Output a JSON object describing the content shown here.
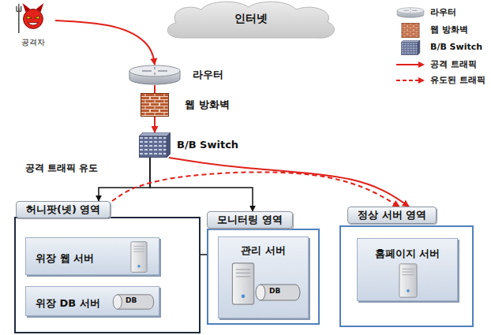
{
  "diagram": {
    "nodes": [
      {
        "text": [
          "공격자"
        ]
      },
      {
        "text": [
          "인터넷"
        ]
      },
      {
        "text": [
          "라우터"
        ]
      },
      {
        "text": [
          "웹 방화벽"
        ]
      },
      {
        "text": [
          "B/B Switch"
        ]
      },
      {
        "text": [
          "허니팟(넷) 영역"
        ]
      },
      {
        "text": [
          "위장 웹 서버"
        ],
        "in": 5
      },
      {
        "text": [
          "위장 DB 서버"
        ],
        "in": 5
      },
      {
        "text": [
          "모니터링 영역"
        ]
      },
      {
        "text": [
          "관리 서버"
        ],
        "in": 8
      },
      {
        "text": [
          "정상 서버 영역"
        ]
      },
      {
        "text": [
          "홈페이지 서버"
        ],
        "in": 10
      }
    ],
    "edges": [
      {
        "from": 0,
        "to": 2,
        "arrow": "to"
      },
      {
        "from": 2,
        "to": 3,
        "arrow": "none"
      },
      {
        "from": 3,
        "to": 4,
        "arrow": "to"
      },
      {
        "from": 4,
        "to": 10,
        "arrow": "to"
      },
      {
        "from": 4,
        "to": 5,
        "arrow": "to"
      },
      {
        "from": 4,
        "to": 8,
        "arrow": "to"
      },
      {
        "from": 5,
        "to": 10,
        "arrow": "to"
      },
      {
        "from": 5,
        "to": 8,
        "arrow": "none"
      }
    ],
    "labels": [
      "공격 트래픽 유도",
      "DB",
      "DB"
    ],
    "legend": [
      {
        "text": "라우터"
      },
      {
        "text": "웹 방화벽"
      },
      {
        "text": "B/B Switch"
      },
      {
        "text": "공격 트래픽"
      },
      {
        "text": "유도된 트래픽"
      }
    ]
  }
}
